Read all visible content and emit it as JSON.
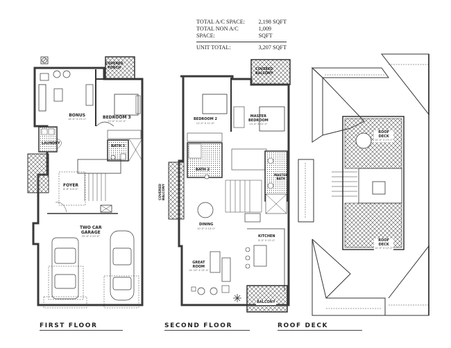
{
  "summary": {
    "rows": [
      {
        "label": "TOTAL A/C SPACE:",
        "value": "2,198 SQFT"
      },
      {
        "label": "TOTAL NON A/C SPACE:",
        "value": "1,009 SQFT"
      }
    ],
    "total": {
      "label": "UNIT TOTAL:",
      "value": "3,207 SQFT"
    }
  },
  "floors": {
    "first": {
      "label": "FIRST FLOOR",
      "rooms": {
        "covered_porch": {
          "name1": "COVERED",
          "name2": "PORCH"
        },
        "bonus": {
          "name": "BONUS",
          "dim": "14'-0\" X 23'-0\""
        },
        "bedroom3": {
          "name": "BEDROOM 3",
          "dim": "12'-0\" X 12'-0\""
        },
        "laundry": {
          "name": "LAUNDRY"
        },
        "bath3": {
          "name": "BATH 3"
        },
        "foyer": {
          "name": "FOYER",
          "dim": "8'-6\" X 8'-0\""
        },
        "garage": {
          "name1": "TWO CAR",
          "name2": "GARAGE",
          "dim": "25'-6\" X 20'-0\""
        }
      }
    },
    "second": {
      "label": "SECOND FLOOR",
      "rooms": {
        "covered_balcony_top": {
          "name1": "COVERED",
          "name2": "BALCONY"
        },
        "bedroom2": {
          "name": "BEDROOM 2",
          "dim": "12'-0\" X 11'-6\""
        },
        "master_bedroom": {
          "name1": "MASTER",
          "name2": "BEDROOM",
          "dim": "13'-4\" X 15'-0\""
        },
        "bath2": {
          "name": "BATH 2"
        },
        "master_bath": {
          "name1": "MASTER",
          "name2": "BATH"
        },
        "covered_balcony_side": {
          "name1": "COVERED",
          "name2": "BALCONY"
        },
        "dining": {
          "name": "DINING",
          "dim": "10'-0\" X 14'-0\""
        },
        "kitchen": {
          "name": "KITCHEN",
          "dim": "8'-0\" X 15'-0\""
        },
        "great_room": {
          "name1": "GREAT",
          "name2": "ROOM",
          "dim": "14'-10\" X 15'-4\""
        },
        "balcony": {
          "name": "BALCONY"
        }
      }
    },
    "roof": {
      "label": "ROOF DECK",
      "rooms": {
        "roof_deck_top": {
          "name1": "ROOF",
          "name2": "DECK",
          "dim": "14'-0\" X 13'-0\""
        },
        "roof_deck_bottom": {
          "name1": "ROOF",
          "name2": "DECK",
          "dim": "14'-0\" X 12'-0\""
        }
      }
    }
  },
  "colors": {
    "wall": "#3a3a3a",
    "line": "#333333",
    "hatch": "#555555",
    "background": "#ffffff"
  }
}
